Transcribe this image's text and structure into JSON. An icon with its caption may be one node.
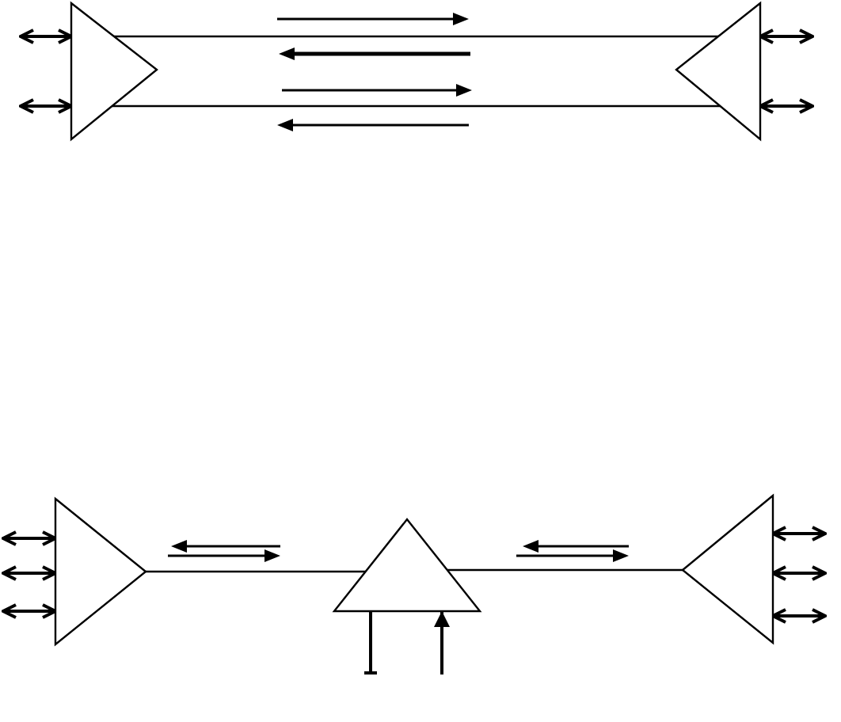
{
  "diagram": {
    "nodes": [
      {
        "text": [],
        "shape": "triangle"
      },
      {
        "text": [],
        "shape": "triangle"
      },
      {
        "text": [],
        "shape": "triangle"
      },
      {
        "text": [],
        "shape": "triangle"
      },
      {
        "text": [],
        "shape": "triangle"
      }
    ],
    "edges": [
      {
        "from": 0,
        "to": 1,
        "arrow": "none"
      },
      {
        "from": 0,
        "to": 1,
        "arrow": "none"
      },
      {
        "from": null,
        "to": 0,
        "arrow": "both"
      },
      {
        "from": null,
        "to": 0,
        "arrow": "both"
      },
      {
        "from": 1,
        "to": null,
        "arrow": "both"
      },
      {
        "from": 1,
        "to": null,
        "arrow": "both"
      },
      {
        "from": null,
        "to": 2,
        "arrow": "both"
      },
      {
        "from": null,
        "to": 2,
        "arrow": "both"
      },
      {
        "from": null,
        "to": 2,
        "arrow": "both"
      },
      {
        "from": 2,
        "to": 3,
        "arrow": "none"
      },
      {
        "from": 3,
        "to": 4,
        "arrow": "none"
      },
      {
        "from": 4,
        "to": null,
        "arrow": "both"
      },
      {
        "from": 4,
        "to": null,
        "arrow": "both"
      },
      {
        "from": 4,
        "to": null,
        "arrow": "both"
      },
      {
        "from": 3,
        "to": null,
        "arrow": "other"
      },
      {
        "from": null,
        "to": 3,
        "arrow": "to"
      }
    ]
  }
}
